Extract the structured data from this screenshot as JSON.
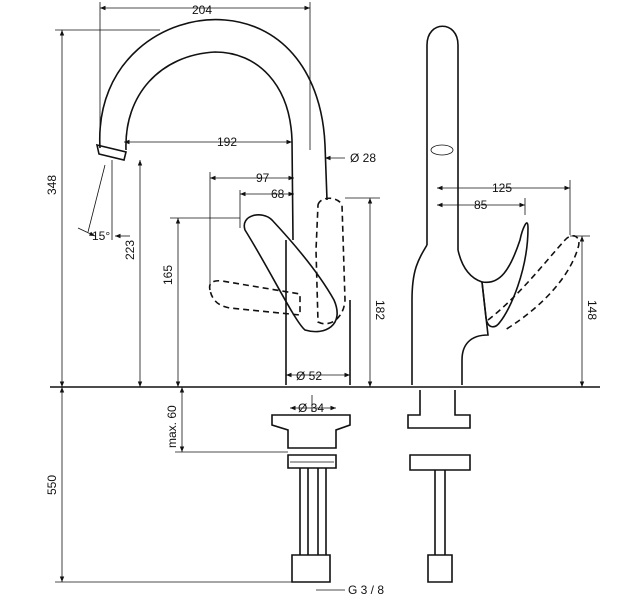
{
  "dimensions": {
    "d204": "204",
    "d192": "192",
    "d97": "97",
    "d68": "68",
    "d28": "Ø 28",
    "d348": "348",
    "d223": "223",
    "d165": "165",
    "d182": "182",
    "d15": "15°",
    "d52": "Ø 52",
    "d34": "Ø 34",
    "d60": "max. 60",
    "d550": "550",
    "d125": "125",
    "d85": "85",
    "d148": "148",
    "g38": "G 3 / 8"
  }
}
